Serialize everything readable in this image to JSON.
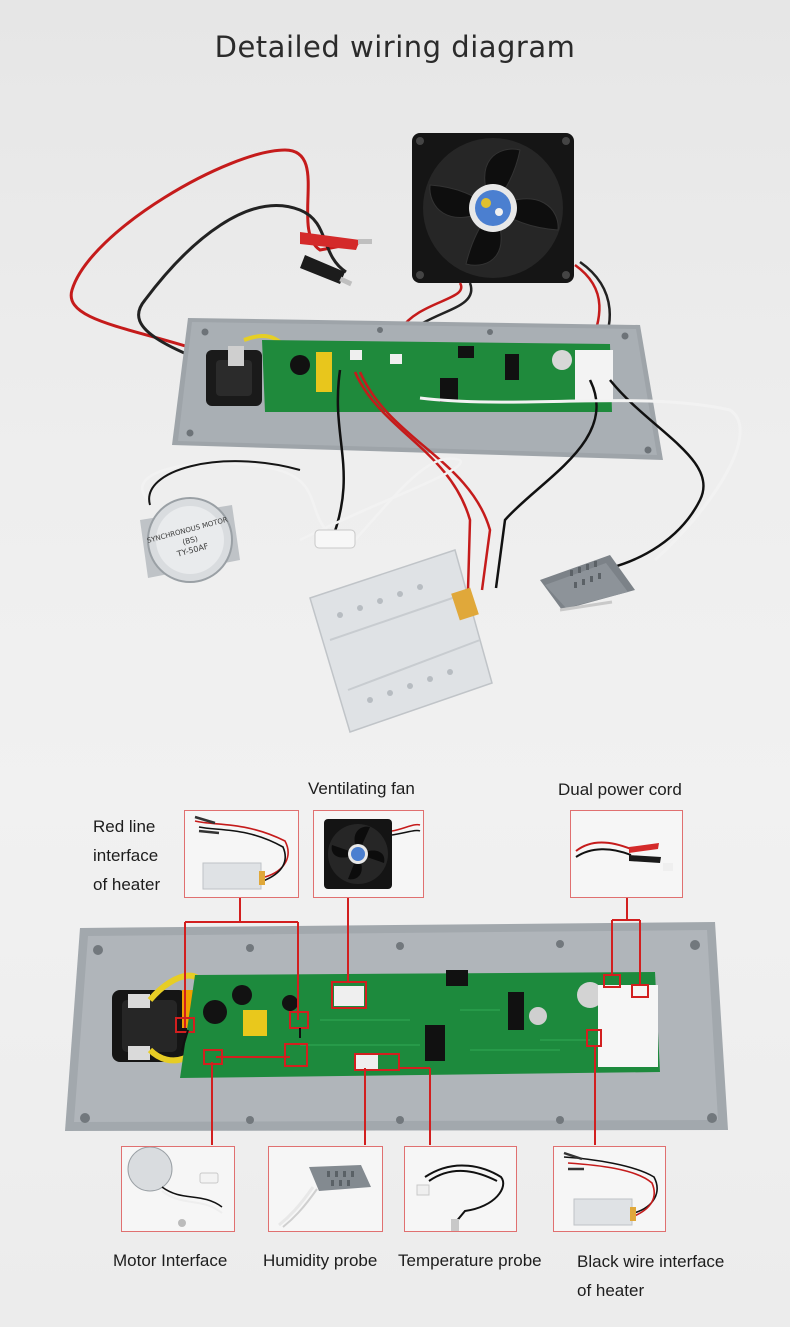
{
  "title": "Detailed wiring diagram",
  "labels": {
    "red_line_interface": [
      "Red line",
      "interface",
      "of heater"
    ],
    "ventilating_fan": "Ventilating fan",
    "dual_power_cord": "Dual power cord",
    "motor_interface": "Motor Interface",
    "humidity_probe": "Humidity probe",
    "temperature_probe": "Temperature probe",
    "black_wire_interface": [
      "Black wire interface",
      "of heater"
    ]
  },
  "components": {
    "motor_text": [
      "SYNCHRONOUS MOTOR",
      "(BS)",
      "TY-50AF"
    ]
  },
  "colors": {
    "callout_red": "#d21f1f",
    "board_green": "#1f8a3c",
    "panel_gray": "#9da3a8",
    "fan_black": "#1a1a1a"
  }
}
